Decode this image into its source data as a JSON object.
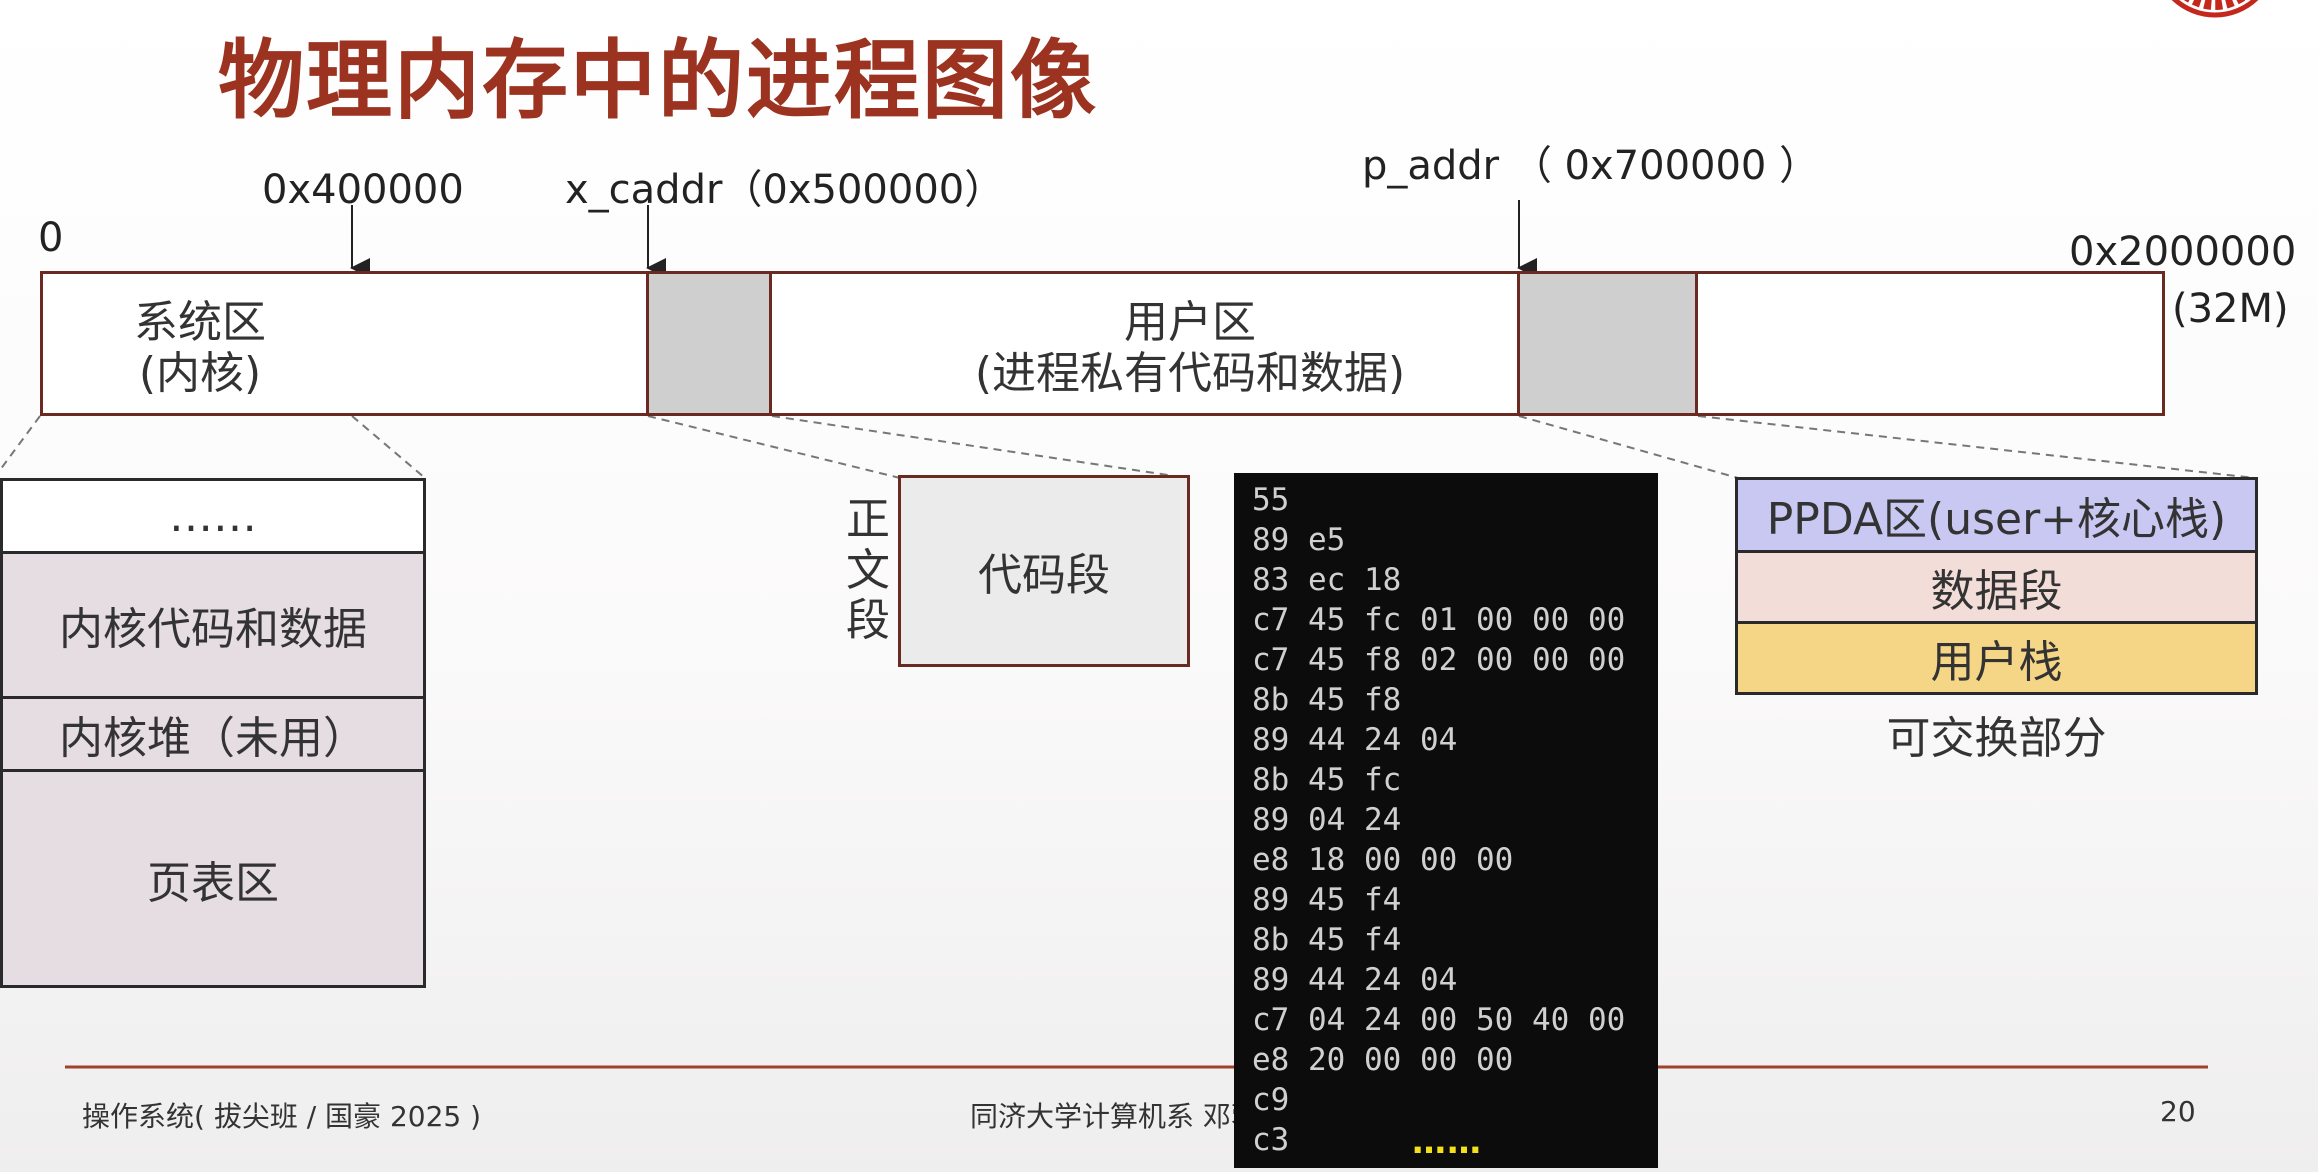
{
  "slide": {
    "title": "物理内存中的进程图像",
    "page_number": "20"
  },
  "memory_bar": {
    "addr_start": "0",
    "addr_400000": "0x400000",
    "addr_x_caddr": "x_caddr（0x500000）",
    "addr_p_addr": "p_addr （ 0x700000 ）",
    "addr_end": "0x2000000",
    "addr_end_size": "(32M)",
    "system_region_line1": "系统区",
    "system_region_line2": "(内核)",
    "user_region_line1": "用户区",
    "user_region_line2": "(进程私有代码和数据)"
  },
  "kernel_detail": {
    "ellipsis": "……",
    "kernel_code_data": "内核代码和数据",
    "kernel_heap": "内核堆（未用）",
    "page_table": "页表区"
  },
  "text_segment": {
    "side_label_1": "正",
    "side_label_2": "文",
    "side_label_3": "段",
    "box_label": "代码段"
  },
  "machine_code": {
    "lines": [
      "55",
      "89 e5",
      "83 ec 18",
      "c7 45 fc 01 00 00 00",
      "c7 45 f8 02 00 00 00",
      "8b 45 f8",
      "89 44 24 04",
      "8b 45 fc",
      "89 04 24",
      "e8 18 00 00 00",
      "89 45 f4",
      "8b 45 f4",
      "89 44 24 04",
      "c7 04 24 00 50 40 00",
      "e8 20 00 00 00",
      "c9",
      "c3"
    ],
    "ellipsis": "……"
  },
  "swappable": {
    "ppda": "PPDA区(user+核心栈)",
    "data_segment": "数据段",
    "user_stack": "用户栈",
    "caption": "可交换部分"
  },
  "footer": {
    "course": "操作系统( 拔尖班 / 国豪 2025 )",
    "department": "同济大学计算机系 邓蓉"
  },
  "colors": {
    "title": "#9b3320",
    "border": "#6a2a22",
    "kernel_fill": "#e6dde3",
    "ppda_fill": "#c9c8f2",
    "data_fill": "#f2ddd8",
    "stack_fill": "#f5d686",
    "terminal_bg": "#0c0c0c",
    "terminal_accent": "#f1e01a"
  }
}
